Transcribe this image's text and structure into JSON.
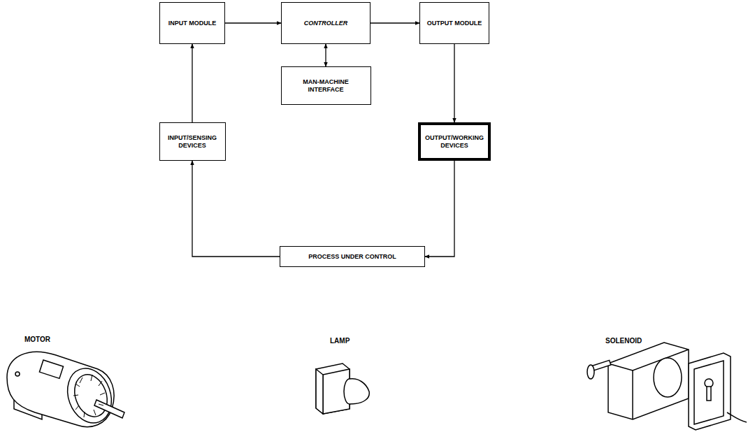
{
  "diagram": {
    "nodes": [
      {
        "text": [
          "INPUT MODULE"
        ]
      },
      {
        "text": [
          "CONTROLLER"
        ]
      },
      {
        "text": [
          "OUTPUT MODULE"
        ]
      },
      {
        "text": [
          "MAN-MACHINE INTERFACE"
        ]
      },
      {
        "text": [
          "INPUT/SENSING DEVICES"
        ]
      },
      {
        "text": [
          "OUTPUT/WORKING DEVICES"
        ]
      },
      {
        "text": [
          "PROCESS UNDER CONTROL"
        ]
      }
    ],
    "edges": [
      {
        "from": 0,
        "to": 1,
        "arrow": "to"
      },
      {
        "from": 1,
        "to": 2,
        "arrow": "to"
      },
      {
        "from": 1,
        "to": 3,
        "arrow": "both"
      },
      {
        "from": 2,
        "to": 5,
        "arrow": "to"
      },
      {
        "from": 5,
        "to": 6,
        "arrow": "to"
      },
      {
        "from": 6,
        "to": 4,
        "arrow": "to"
      },
      {
        "from": 4,
        "to": 0,
        "arrow": "to"
      }
    ],
    "labels": [
      "MOTOR",
      "LAMP",
      "SOLENOID"
    ]
  }
}
